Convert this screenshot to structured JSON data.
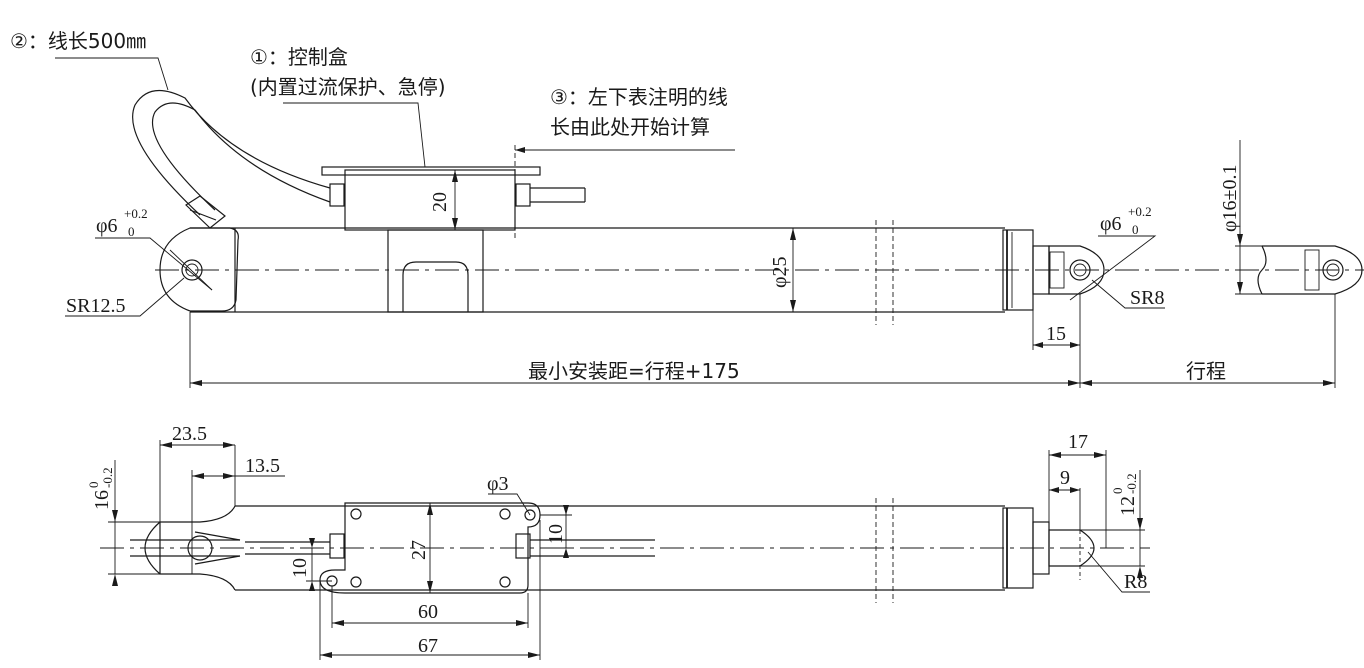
{
  "top_view": {
    "notes": {
      "cable_length": "②：线长500㎜",
      "control_box_line1": "①：控制盒",
      "control_box_line2": "(内置过流保护、急停)",
      "cable_origin_line1": "③：左下表注明的线",
      "cable_origin_line2": "长由此处开始计算"
    },
    "dims": {
      "box_height": "20",
      "tube_diameter": "φ25",
      "rod_diameter": "φ16±0.1",
      "front_hole_main": "φ6",
      "front_hole_tol_upper": "+0.2",
      "front_hole_tol_lower": "0",
      "rear_hole_main": "φ6",
      "rear_hole_tol_upper": "+0.2",
      "rear_hole_tol_lower": "0",
      "rear_radius": "SR12.5",
      "front_radius": "SR8",
      "rod_end_length": "15",
      "min_install": "最小安装距=行程+175",
      "stroke": "行程"
    }
  },
  "bottom_view": {
    "dims": {
      "rear_clevis_width_main": "16",
      "rear_clevis_width_tol_upper": "0",
      "rear_clevis_width_tol_lower": "-0.2",
      "rear_offset_1": "23.5",
      "rear_offset_2": "13.5",
      "mount_hole": "φ3",
      "box_width": "27",
      "cable_offset": "10",
      "mount_offset": "10",
      "hole_spacing": "60",
      "box_length": "67",
      "front_length": "17",
      "front_slot": "9",
      "front_width_main": "12",
      "front_width_tol_upper": "0",
      "front_width_tol_lower": "-0.2",
      "front_radius": "R8"
    }
  }
}
